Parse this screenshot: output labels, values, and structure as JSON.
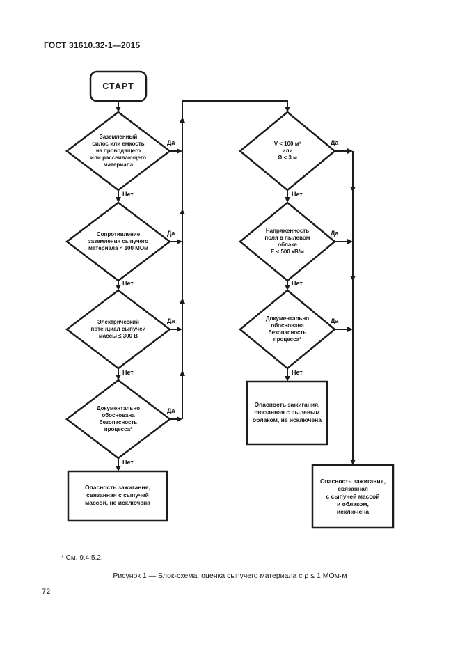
{
  "page": {
    "header": "ГОСТ 31610.32-1—2015",
    "footnote": "* См. 9.4.5.2.",
    "caption": "Рисунок 1 — Блок-схема: оценка сыпучего материала с ρ ≤ 1 МОм·м",
    "page_number": "72"
  },
  "labels": {
    "yes": "Да",
    "no": "Нет"
  },
  "colors": {
    "ink": "#1c1c1c",
    "paper": "#ffffff"
  },
  "flowchart": {
    "start": "СТАРТ",
    "left_column": {
      "decision_grounded_silo": "Заземленный\nсилос или емкость\nиз проводящего\nили рассеивающего\nматериала",
      "decision_resistance": "Сопротивление\nзаземления сыпучего\nматериала < 100 МОм",
      "decision_potential": "Электрический\nпотенциал сыпучей\nмассы ≤ 300 В",
      "decision_documented": "Документально\nобоснована\nбезопасность\nпроцесса*",
      "result_bulk_not_excluded": "Опасность зажигания,\nсвязанная с сыпучей\nмассой, не исключена"
    },
    "right_column": {
      "decision_volume": "V < 100 м³\nили\nØ < 3 м",
      "decision_field": "Напряженность\nполя в пылевом\nоблаке\nE < 500 кВ/м",
      "decision_documented": "Документально\nобоснована\nбезопасность\nпроцесса*",
      "result_cloud_not_excluded": "Опасность зажигания,\nсвязанная с пылевым\nоблаком, не исключена",
      "result_excluded": "Опасность зажигания,\nсвязанная\nс сыпучей массой\nи облаком,\nисключена"
    }
  }
}
